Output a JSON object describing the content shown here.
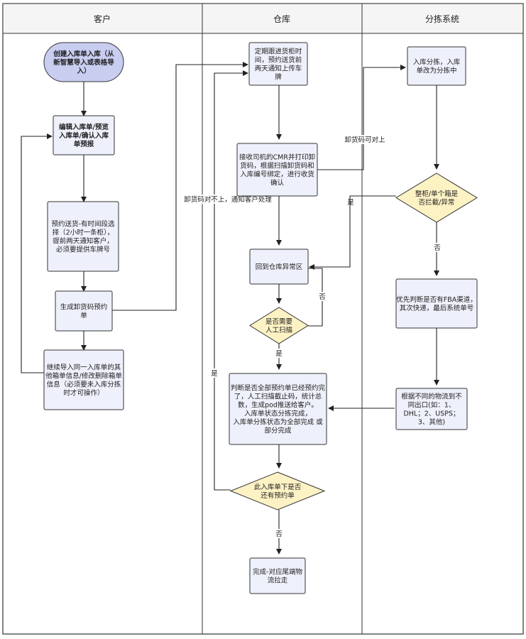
{
  "lanes": [
    {
      "id": "customer",
      "title": "客户"
    },
    {
      "id": "warehouse",
      "title": "仓库"
    },
    {
      "id": "sorting",
      "title": "分拣系统"
    }
  ],
  "nodes": [
    {
      "id": "n1",
      "lines": [
        "创建入库单入库（从",
        "新智慧导入或表格导",
        "入）"
      ]
    },
    {
      "id": "n2",
      "lines": [
        "编辑入库单/预览",
        "入库单/确认入库",
        "单预报"
      ]
    },
    {
      "id": "n3",
      "lines": [
        "预约送货-有时间段选",
        "择（2小时一条柜），",
        "提前两天通知客户，",
        "必须要提供车牌号"
      ]
    },
    {
      "id": "n4",
      "lines": [
        "生成卸货码预约",
        "单"
      ]
    },
    {
      "id": "n5",
      "lines": [
        "继续导入同一入库单的其",
        "他箱单信息/修改删除箱单",
        "信息（必须要未入库分拣",
        "时才可操作）"
      ]
    },
    {
      "id": "n6",
      "lines": [
        "定期跟进货柜时",
        "间，预约送货前",
        "两天通知上传车",
        "牌"
      ]
    },
    {
      "id": "n7",
      "lines": [
        "接收司机的CMR并打印卸",
        "货码，根据扫描卸货码和",
        "入库编号绑定，进行收货",
        "确认"
      ]
    },
    {
      "id": "n8",
      "lines": [
        "回到仓库异常区"
      ]
    },
    {
      "id": "n9",
      "lines": [
        "是否需要",
        "人工扫描"
      ]
    },
    {
      "id": "n10",
      "lines": [
        "判断是否全部预约单已经预约完",
        "了，人工扫描截止码，统计总",
        "数，生成pod推送给客户。",
        "入库单状态分拣完成，",
        "入库单分拣状态为全部完成 或",
        "部分完成"
      ]
    },
    {
      "id": "n11",
      "lines": [
        "此入库单下是否",
        "还有预约单"
      ]
    },
    {
      "id": "n12",
      "lines": [
        "完成-对应尾端物",
        "流拉走"
      ]
    },
    {
      "id": "n13",
      "lines": [
        "入库分拣，入库",
        "单改为分拣中"
      ]
    },
    {
      "id": "n14",
      "lines": [
        "整柜/单个箱是",
        "否拦截/异常"
      ]
    },
    {
      "id": "n15",
      "lines": [
        "优先判断是否有FBA渠道，",
        "其次快递，最后系统单号"
      ]
    },
    {
      "id": "n16",
      "lines": [
        "根据不同的物流到不",
        "同出口(如：1、",
        "DHL；2、USPS；",
        "3、其他)"
      ]
    }
  ],
  "edge_labels": {
    "unload_ok": "卸货码可对上",
    "unload_fail": "卸货码对不上，通知客户处理",
    "yes_exception": "是",
    "no_sort": "否",
    "no_manual": "否",
    "yes_manual": "是",
    "yes_more": "是",
    "no_more": "否"
  },
  "colors": {
    "process_fill": "#eef1fb",
    "start_fill": "#c9cdf0",
    "decision_fill": "#fdf2c4",
    "stroke": "#333333",
    "lane_header": "#f5f5f5"
  }
}
